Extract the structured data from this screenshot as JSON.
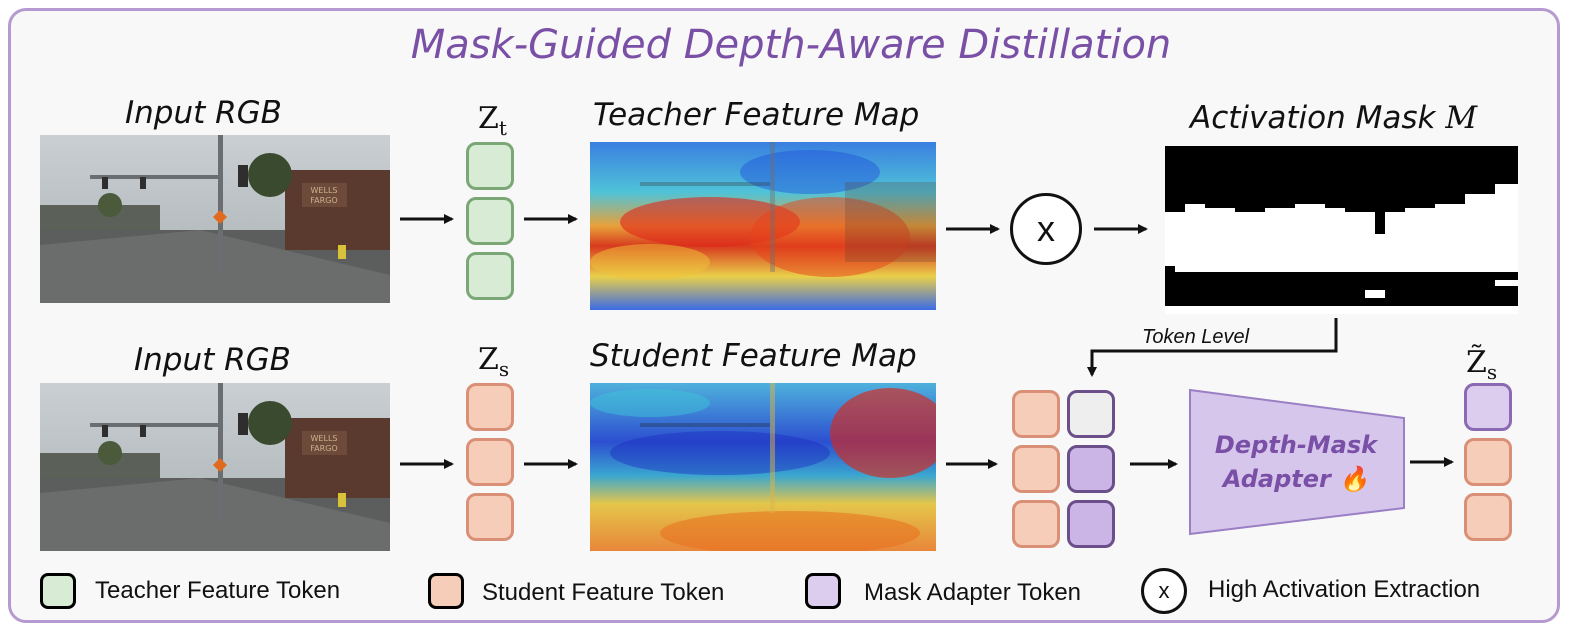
{
  "title": "Mask-Guided Depth-Aware Distillation",
  "row_top": {
    "input_label": "Input RGB",
    "token_label_main": "Z",
    "token_label_sub": "t",
    "feature_label": "Teacher Feature Map",
    "mask_label": "Activation Mask",
    "mask_symbol": "M"
  },
  "row_bottom": {
    "input_label": "Input RGB",
    "token_label_main": "Z",
    "token_label_sub": "s",
    "feature_label": "Student Feature Map",
    "token_level_label": "Token Level",
    "adapter_line1": "Depth-Mask",
    "adapter_line2": "Adapter",
    "adapter_icon": "🔥",
    "output_label_main": "Z̃",
    "output_label_sub": "s"
  },
  "photo_sign_text": "WELLS FARGO",
  "x_symbol": "x",
  "legend": [
    {
      "label": "Teacher Feature Token",
      "color": "#d8ecd5"
    },
    {
      "label": "Student Feature Token",
      "color": "#f6cdb9"
    },
    {
      "label": "Mask Adapter Token",
      "color": "#dccdee"
    },
    {
      "label": "High Activation Extraction",
      "icon": "x-circle-icon"
    }
  ],
  "colors": {
    "accent": "#7a4fa6",
    "frame": "#b49ad0",
    "teacher": "#d8ecd5",
    "student": "#f6cdb9",
    "mask": "#dccdee"
  }
}
